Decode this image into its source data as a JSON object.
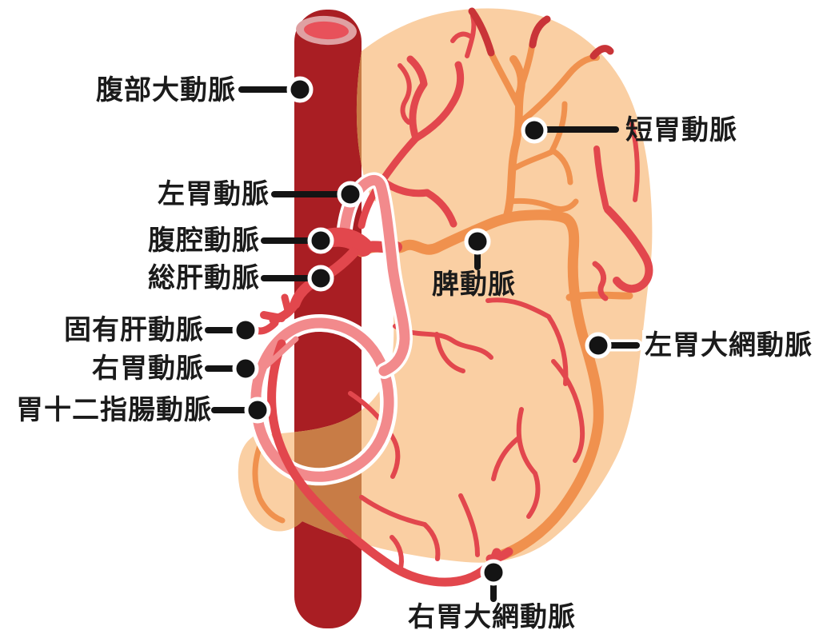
{
  "labels": {
    "abdominal_aorta": "腹部大動脈",
    "left_gastric": "左胃動脈",
    "celiac": "腹腔動脈",
    "common_hepatic": "総肝動脈",
    "proper_hepatic": "固有肝動脈",
    "right_gastric": "右胃動脈",
    "gastroduodenal": "胃十二指腸動脈",
    "short_gastric": "短胃動脈",
    "splenic": "脾動脈",
    "left_gastroepiploic": "左胃大網動脈",
    "right_gastroepiploic": "右胃大網動脈"
  },
  "colors": {
    "background": "#FFFFFF",
    "aorta": "#A91E23",
    "aorta_rim": "#DFA0A2",
    "aorta_lumen": "#E8515A",
    "stomach": "#FACFA3",
    "overlap": "#C87C46",
    "artery_red": "#E2474D",
    "artery_deep_red": "#C93438",
    "artery_pink": "#F28A8C",
    "artery_orange": "#F0914E",
    "callout": "#141414",
    "label_text": "#1B1B1B"
  }
}
